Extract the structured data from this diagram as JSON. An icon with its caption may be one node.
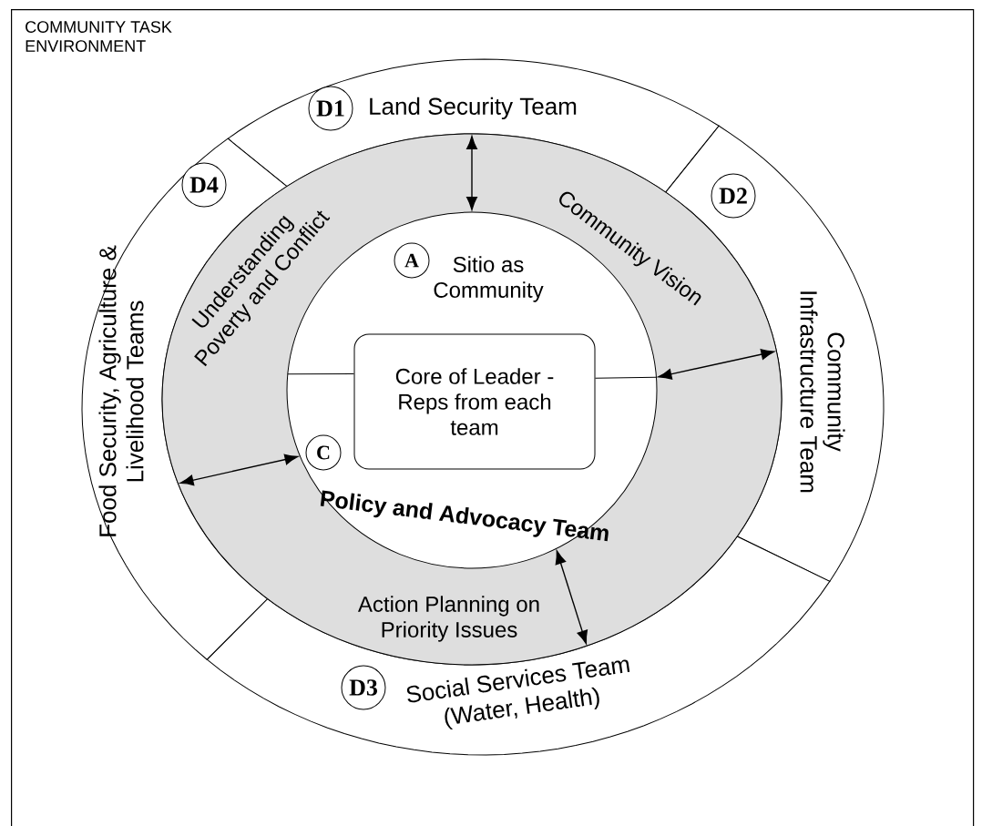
{
  "diagram": {
    "nodes": [
      {
        "text": [
          "COMMUNITY TASK ENVIRONMENT"
        ]
      },
      {
        "text": [
          "Land Security Team"
        ],
        "in": 0
      },
      {
        "text": [
          "D1"
        ],
        "in": 1
      },
      {
        "text": [
          "Community Infrastructure Team"
        ],
        "in": 0
      },
      {
        "text": [
          "D2"
        ],
        "in": 3
      },
      {
        "text": [
          "Social Services Team (Water, Health)"
        ],
        "in": 0
      },
      {
        "text": [
          "D3"
        ],
        "in": 5
      },
      {
        "text": [
          "Food Security, Agriculture & Livelihood Teams"
        ],
        "in": 0
      },
      {
        "text": [
          "D4"
        ],
        "in": 7
      },
      {
        "text": [
          "Understanding Poverty and Conflict",
          "Community Vision",
          "Action Planning on Priority Issues"
        ],
        "in": 0
      },
      {
        "text": [
          "Sitio as Community",
          "Policy and Advocacy Team"
        ],
        "in": 9
      },
      {
        "text": [
          "A"
        ],
        "in": 10
      },
      {
        "text": [
          "C"
        ],
        "in": 10
      },
      {
        "text": [
          "Core of Leader - Reps from each team"
        ],
        "in": 10
      }
    ],
    "edges": [
      {
        "from": 1,
        "to": 10,
        "arrow": "both"
      },
      {
        "from": 3,
        "to": 10,
        "arrow": "both"
      },
      {
        "from": 5,
        "to": 10,
        "arrow": "both"
      },
      {
        "from": 7,
        "to": 10,
        "arrow": "both"
      },
      {
        "from": 13,
        "to": 10,
        "arrow": "none"
      },
      {
        "from": 13,
        "to": 10,
        "arrow": "none"
      }
    ]
  }
}
